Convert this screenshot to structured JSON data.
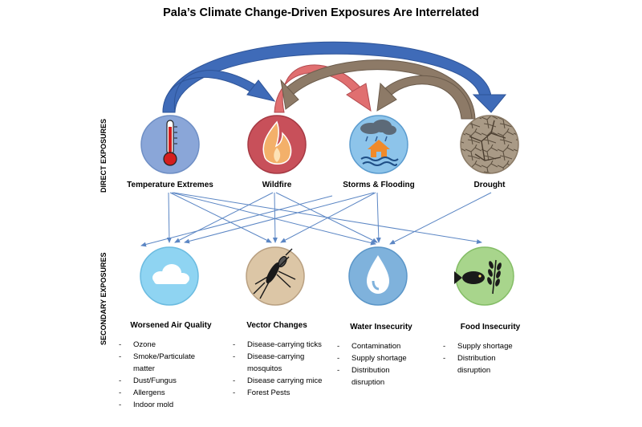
{
  "title": "Pala’s Climate Change-Driven Exposures Are Interrelated",
  "side_labels": {
    "direct": "DIRECT EXPOSURES",
    "secondary": "SECONDARY EXPOSURES"
  },
  "direct_nodes": [
    {
      "label": "Temperature Extremes",
      "icon": "thermometer-icon",
      "color": "#8aa6d8"
    },
    {
      "label": "Wildfire",
      "icon": "flame-icon",
      "color": "#c8505a"
    },
    {
      "label": "Storms & Flooding",
      "icon": "storm-flood-house-icon",
      "color": "#8dc4ea"
    },
    {
      "label": "Drought",
      "icon": "cracked-earth-icon",
      "color": "#a99a86"
    }
  ],
  "secondary_nodes": [
    {
      "label": "Worsened Air Quality",
      "icon": "cloud-icon",
      "color": "#8fd4f2",
      "items": [
        "Ozone",
        "Smoke/Particulate",
        "matter",
        "Dust/Fungus",
        "Allergens",
        "Indoor mold"
      ]
    },
    {
      "label": "Vector Changes",
      "icon": "mosquito-icon",
      "color": "#dcc6a6",
      "items": [
        "Disease-carrying ticks",
        "Disease-carrying",
        "mosquitos",
        "Disease carrying mice",
        "Forest Pests"
      ]
    },
    {
      "label": "Water Insecurity",
      "icon": "water-drop-icon",
      "color": "#7fb2dc",
      "items": [
        "Contamination",
        "Supply shortage",
        "Distribution",
        "disruption"
      ]
    },
    {
      "label": "Food Insecurity",
      "icon": "fish-wheat-icon",
      "color": "#a8d58c",
      "items": [
        "Supply shortage",
        "Distribution",
        "disruption"
      ]
    }
  ],
  "colors": {
    "big_arrow": "#3f6bb8",
    "pink_arrow": "#e06f70",
    "brown_arrow": "#8d7a67",
    "thin_arrow": "#5b86c4"
  }
}
